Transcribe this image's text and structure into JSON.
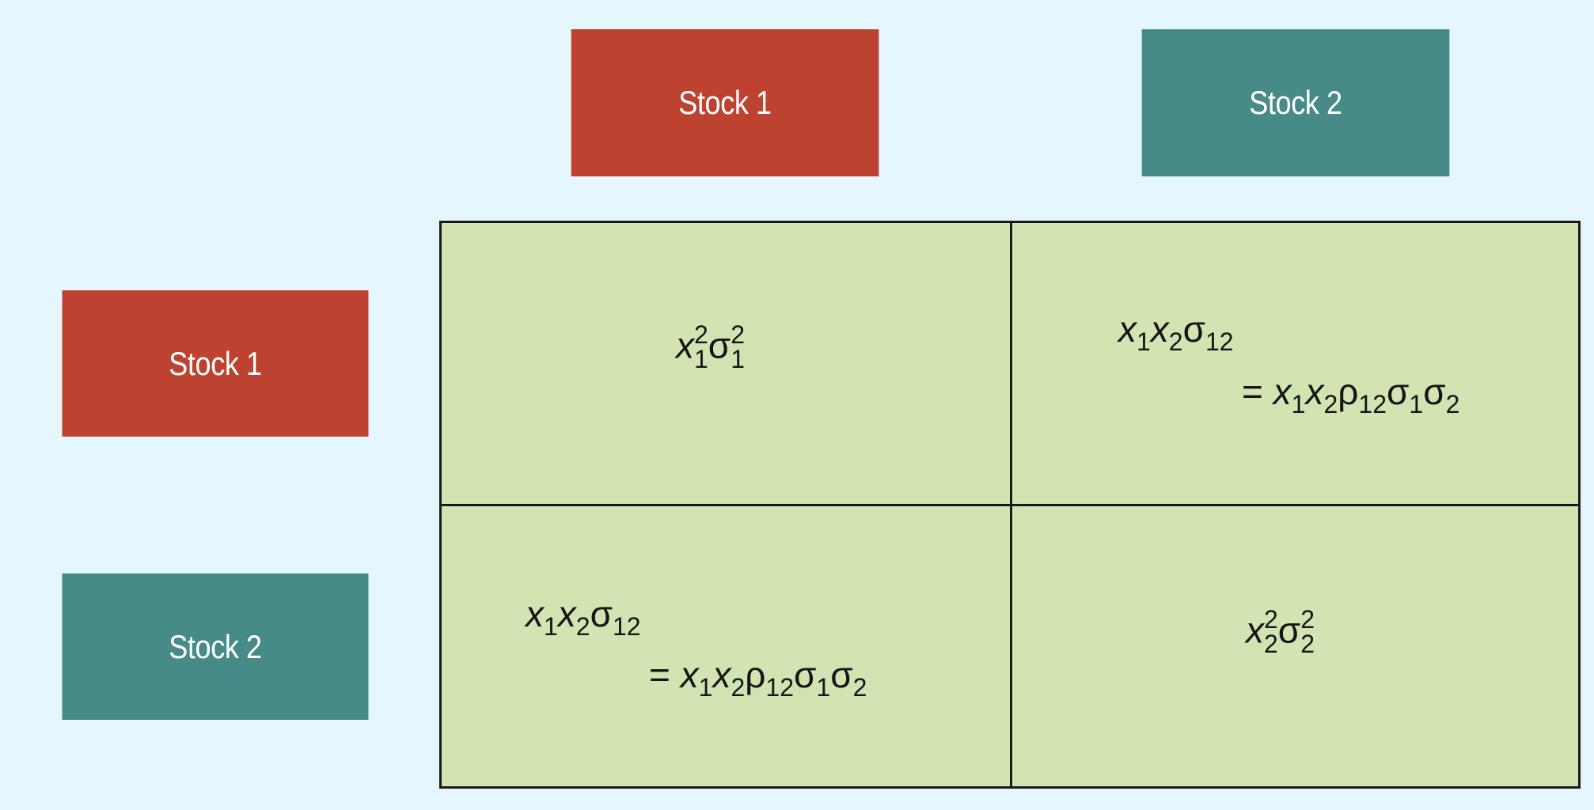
{
  "columns": {
    "stock1_label": "Stock 1",
    "stock2_label": "Stock 2"
  },
  "rows": {
    "stock1_label": "Stock 1",
    "stock2_label": "Stock 2"
  },
  "cells": {
    "r1c1": {
      "var": "x",
      "sub": "1",
      "sup": "2",
      "sigma": "σ",
      "sigma_sub": "1",
      "sigma_sup": "2"
    },
    "r1c2": {
      "line1": {
        "x1": "x",
        "x1_sub": "1",
        "x2": "x",
        "x2_sub": "2",
        "sigma": "σ",
        "sigma_sub": "12"
      },
      "line2": {
        "eq": "=",
        "x1": "x",
        "x1_sub": "1",
        "x2": "x",
        "x2_sub": "2",
        "rho": "ρ",
        "rho_sub": "12",
        "s1": "σ",
        "s1_sub": "1",
        "s2": "σ",
        "s2_sub": "2"
      }
    },
    "r2c1": {
      "line1": {
        "x1": "x",
        "x1_sub": "1",
        "x2": "x",
        "x2_sub": "2",
        "sigma": "σ",
        "sigma_sub": "12"
      },
      "line2": {
        "eq": "=",
        "x1": "x",
        "x1_sub": "1",
        "x2": "x",
        "x2_sub": "2",
        "rho": "ρ",
        "rho_sub": "12",
        "s1": "σ",
        "s1_sub": "1",
        "s2": "σ",
        "s2_sub": "2"
      }
    },
    "r2c2": {
      "var": "x",
      "sub": "2",
      "sup": "2",
      "sigma": "σ",
      "sigma_sub": "2",
      "sigma_sup": "2"
    }
  },
  "colors": {
    "background": "#e6f6fe",
    "stock1": "#bd4330",
    "stock2": "#478b88",
    "matrix": "#d1e4b2",
    "grid": "#1a1a1a"
  }
}
